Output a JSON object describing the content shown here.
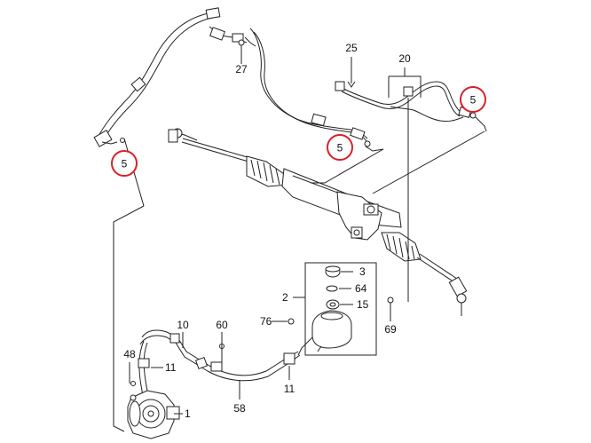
{
  "callouts": {
    "c5a": "5",
    "c5b": "5",
    "c5c": "5",
    "c25": "25",
    "c20": "20",
    "c27": "27",
    "c3": "3",
    "c64": "64",
    "c2": "2",
    "c15": "15",
    "c76": "76",
    "c69": "69",
    "c10": "10",
    "c60": "60",
    "c48": "48",
    "c11a": "11",
    "c11b": "11",
    "c1": "1",
    "c58": "58"
  },
  "colors": {
    "line": "#222222",
    "highlight_circle": "#d8202a",
    "background": "#ffffff"
  }
}
